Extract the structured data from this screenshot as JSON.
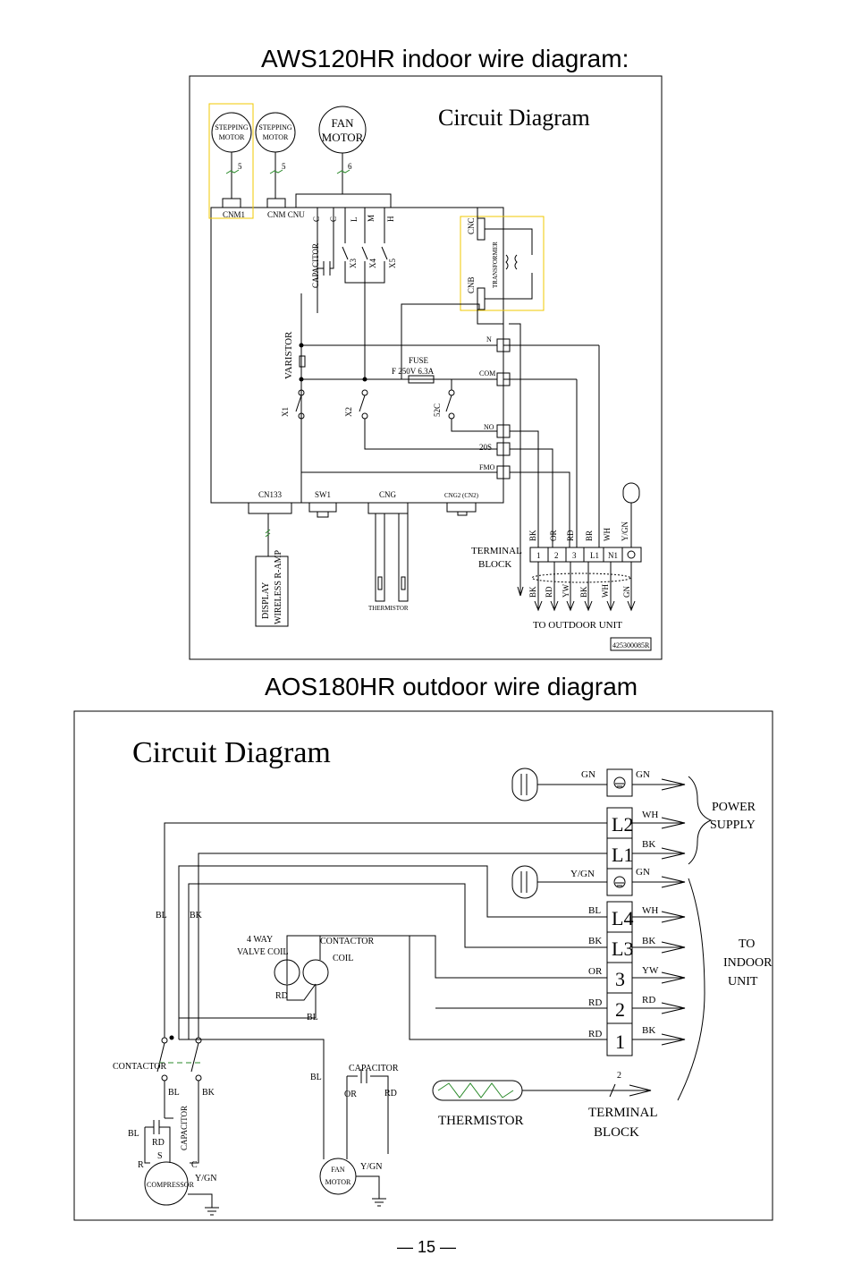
{
  "indoor": {
    "title": "AWS120HR  indoor wire diagram:",
    "circuit_title": "Circuit Diagram",
    "part_code": "425300085R",
    "motors": {
      "stepping1": [
        "STEPPING",
        "MOTOR"
      ],
      "stepping2": [
        "STEPPING",
        "MOTOR"
      ],
      "fan": [
        "FAN",
        "MOTOR"
      ],
      "wires1": "5",
      "wires2": "5",
      "wires3": "6"
    },
    "connectors": {
      "cnm1": "CNM1",
      "cnm_cnu": "CNM CNU",
      "cnc": "CNC",
      "cnb": "CNB",
      "transformer": "TRANSFORMER",
      "cn133": "CN133",
      "sw1": "SW1",
      "cng": "CNG",
      "cng2": "CNG2 (CN2)"
    },
    "fan_taps": [
      "C",
      "C",
      "L",
      "M",
      "H"
    ],
    "relays": [
      "X3",
      "X4",
      "X5",
      "X1",
      "X2",
      "52C"
    ],
    "labels": {
      "capacitor": "CAPACITOR",
      "varistor": "VARISTOR",
      "fuse": "FUSE",
      "fuse_rating": "F 250V 6.3A",
      "thermistor": "THERMISTOR",
      "display": "DISPLAY",
      "wireless": "WIRELESS R-AMP",
      "terminal_block": [
        "TERMINAL",
        "BLOCK"
      ],
      "to_outdoor": "TO OUTDOOR UNIT"
    },
    "outputs": [
      "N",
      "COM",
      "NO",
      "20S",
      "FMO"
    ],
    "terminal_top_colors": [
      "BK",
      "OR",
      "RD",
      "BR",
      "WH",
      "Y/GN"
    ],
    "terminal_numbers": [
      "1",
      "2",
      "3",
      "L1",
      "N1"
    ],
    "terminal_bottom_colors": [
      "BK",
      "RD",
      "YW",
      "BK",
      "WH",
      "GN"
    ]
  },
  "outdoor": {
    "title": "AOS180HR outdoor wire diagram",
    "circuit_title": "Circuit  Diagram",
    "terminals": [
      "L2",
      "L1",
      "L4",
      "L3",
      "3",
      "2",
      "1"
    ],
    "left_colors": {
      "gn": "GN",
      "ygn": "Y/GN",
      "bl": "BL",
      "bk": "BK",
      "or": "OR",
      "rd1": "RD",
      "rd2": "RD"
    },
    "right_colors": {
      "gn1": "GN",
      "wh1": "WH",
      "bk1": "BK",
      "gn2": "GN",
      "wh2": "WH",
      "bk2": "BK",
      "yw": "YW",
      "rd": "RD",
      "bk3": "BK"
    },
    "power_supply": [
      "POWER",
      "SUPPLY"
    ],
    "to_indoor": [
      "TO",
      "INDOOR",
      "UNIT"
    ],
    "four_way": [
      "4 WAY",
      "VALVE COIL"
    ],
    "contactor_coil": [
      "CONTACTOR",
      "COIL"
    ],
    "wire_labels": {
      "bl_top": "BL",
      "bk_top": "BK",
      "rd_coil": "RD",
      "bl_coil": "BL",
      "bl_sw": "BL",
      "bk_sw": "BK",
      "bl_left": "BL",
      "rd_cap": "RD",
      "r": "R",
      "s": "S",
      "c": "C",
      "ygn_comp": "Y/GN",
      "bl_fan": "BL",
      "or_cap": "OR",
      "rd_cap2": "RD",
      "ygn_fan": "Y/GN",
      "two": "2"
    },
    "contactor": "CONTACTOR",
    "capacitor": "CAPACITOR",
    "compressor": "COMPRESSOR",
    "fan_motor": [
      "FAN",
      "MOTOR"
    ],
    "thermistor": "THERMISTOR",
    "terminal_block": [
      "TERMINAL",
      "BLOCK"
    ]
  },
  "page_number": "— 15 —"
}
